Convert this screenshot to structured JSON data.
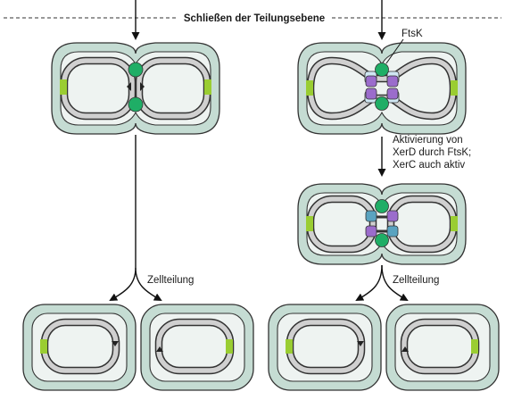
{
  "labels": {
    "plane": "Schließen der Teilungsebene",
    "ftsk": "FtsK",
    "activation_line1": "Aktivierung von",
    "activation_line2": "XerD durch FtsK;",
    "activation_line3": "XerC auch aktiv",
    "division_left": "Zellteilung",
    "division_right": "Zellteilung"
  },
  "colors": {
    "wall": "#c5dcd3",
    "cytoplasm": "#eef3f1",
    "dna": "#d0d0d0",
    "dif_site": "#9acd32",
    "xer_green": "#1fae66",
    "xer_purple": "#9b6ccc",
    "ftsk_lightblue": "#cfe6f2",
    "xer_blue": "#5aa3c0"
  }
}
